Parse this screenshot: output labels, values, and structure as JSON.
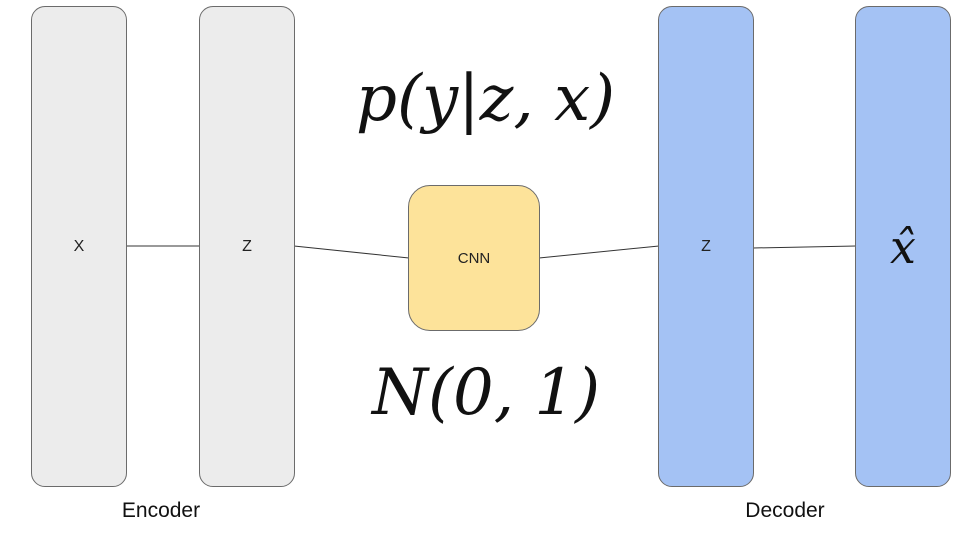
{
  "encoder": {
    "label": "Encoder",
    "block_x_label": "X",
    "block_z_label": "Z"
  },
  "middle": {
    "cnn_label": "CNN",
    "formula_top": "p(y|z, x)",
    "formula_bottom": "N(0, 1)"
  },
  "decoder": {
    "label": "Decoder",
    "block_z_label": "Z",
    "block_xhat_label": "x̂"
  },
  "colors": {
    "encoder_fill": "#ececec",
    "decoder_fill": "#a4c2f4",
    "cnn_fill": "#fde39a",
    "outline": "#6b6b6b"
  }
}
